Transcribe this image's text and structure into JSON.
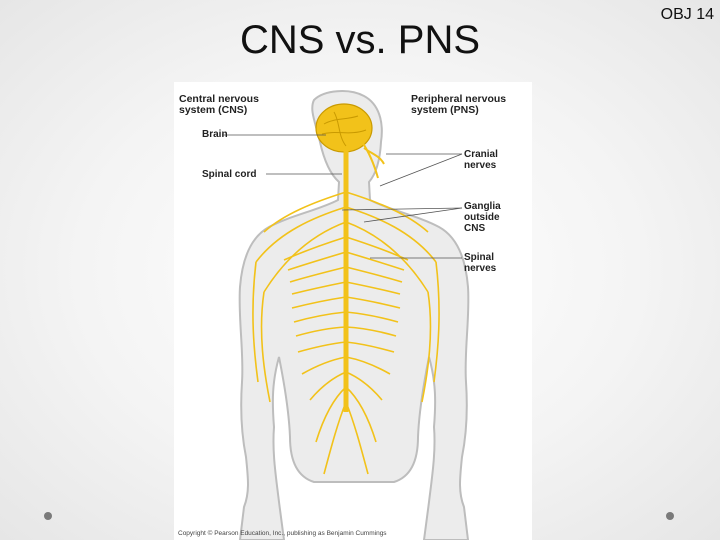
{
  "slide": {
    "title": "CNS vs. PNS",
    "tag": "OBJ 14"
  },
  "figure": {
    "cns_header": "Central nervous\nsystem (CNS)",
    "pns_header": "Peripheral nervous\nsystem (PNS)",
    "labels": {
      "brain": "Brain",
      "spinal_cord": "Spinal cord",
      "cranial_nerves": "Cranial\nnerves",
      "ganglia": "Ganglia\noutside\nCNS",
      "spinal_nerves": "Spinal\nnerves"
    },
    "copyright": "Copyright © Pearson Education, Inc., publishing as Benjamin Cummings",
    "colors": {
      "nerve": "#f2c21a",
      "body_fill": "#ececec",
      "body_outline": "#bdbdbd"
    }
  }
}
